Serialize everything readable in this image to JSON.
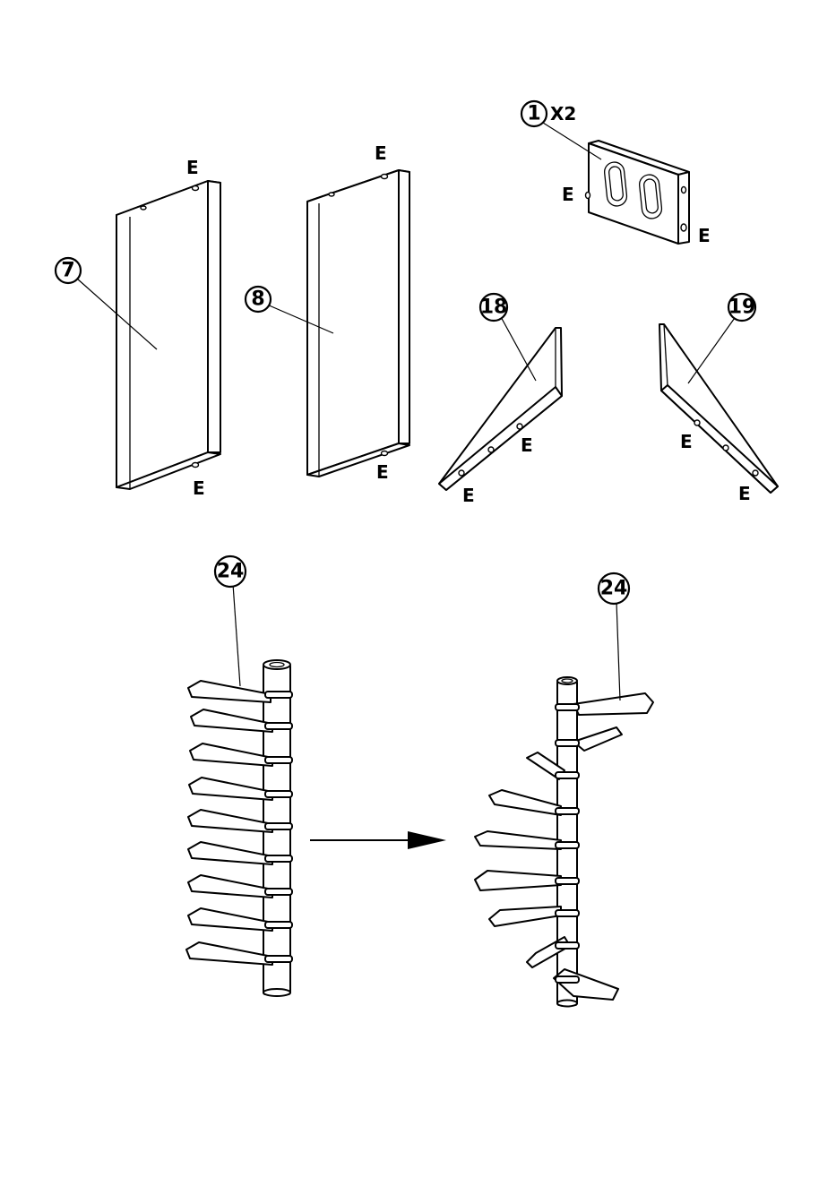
{
  "parts": {
    "p7": {
      "number": "7"
    },
    "p8": {
      "number": "8"
    },
    "p1": {
      "number": "1",
      "quantity": "X2"
    },
    "p18": {
      "number": "18"
    },
    "p19": {
      "number": "19"
    },
    "p24": {
      "number": "24"
    }
  },
  "hole_label": "E",
  "colors": {
    "ink": "#000000",
    "paper": "#ffffff"
  }
}
